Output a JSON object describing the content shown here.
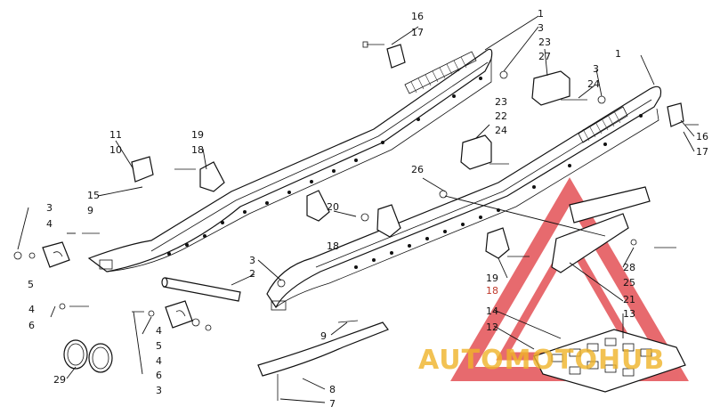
{
  "diagram": {
    "labels": [
      {
        "id": "l16a",
        "text": "16"
      },
      {
        "id": "l17a",
        "text": "17"
      },
      {
        "id": "l1a",
        "text": "1"
      },
      {
        "id": "l3a",
        "text": "3"
      },
      {
        "id": "l23a",
        "text": "23"
      },
      {
        "id": "l27",
        "text": "27"
      },
      {
        "id": "l1b",
        "text": "1"
      },
      {
        "id": "l3b",
        "text": "3"
      },
      {
        "id": "l24a",
        "text": "24"
      },
      {
        "id": "l23b",
        "text": "23"
      },
      {
        "id": "l22",
        "text": "22"
      },
      {
        "id": "l24b",
        "text": "24"
      },
      {
        "id": "l16b",
        "text": "16"
      },
      {
        "id": "l17b",
        "text": "17"
      },
      {
        "id": "l11",
        "text": "11"
      },
      {
        "id": "l10",
        "text": "10"
      },
      {
        "id": "l19a",
        "text": "19"
      },
      {
        "id": "l18a",
        "text": "18"
      },
      {
        "id": "l15",
        "text": "15"
      },
      {
        "id": "l26",
        "text": "26"
      },
      {
        "id": "l3c",
        "text": "3"
      },
      {
        "id": "l4a",
        "text": "4"
      },
      {
        "id": "l9a",
        "text": "9"
      },
      {
        "id": "l20",
        "text": "20"
      },
      {
        "id": "l18b",
        "text": "18"
      },
      {
        "id": "l5a",
        "text": "5"
      },
      {
        "id": "l3d",
        "text": "3"
      },
      {
        "id": "l2",
        "text": "2"
      },
      {
        "id": "l28",
        "text": "28"
      },
      {
        "id": "l25",
        "text": "25"
      },
      {
        "id": "l19b",
        "text": "19"
      },
      {
        "id": "l18c",
        "text": "18"
      },
      {
        "id": "l21",
        "text": "21"
      },
      {
        "id": "l4b",
        "text": "4"
      },
      {
        "id": "l6a",
        "text": "6"
      },
      {
        "id": "l14",
        "text": "14"
      },
      {
        "id": "l13",
        "text": "13"
      },
      {
        "id": "l12",
        "text": "12"
      },
      {
        "id": "l4c",
        "text": "4"
      },
      {
        "id": "l5b",
        "text": "5"
      },
      {
        "id": "l9b",
        "text": "9"
      },
      {
        "id": "l4d",
        "text": "4"
      },
      {
        "id": "l6b",
        "text": "6"
      },
      {
        "id": "l3e",
        "text": "3"
      },
      {
        "id": "l29",
        "text": "29"
      },
      {
        "id": "l8",
        "text": "8"
      },
      {
        "id": "l7",
        "text": "7"
      }
    ],
    "watermark": {
      "text": "AUTOMOTOHUB",
      "color_triangle": "#e0393e",
      "color_text": "#f0b429"
    }
  }
}
